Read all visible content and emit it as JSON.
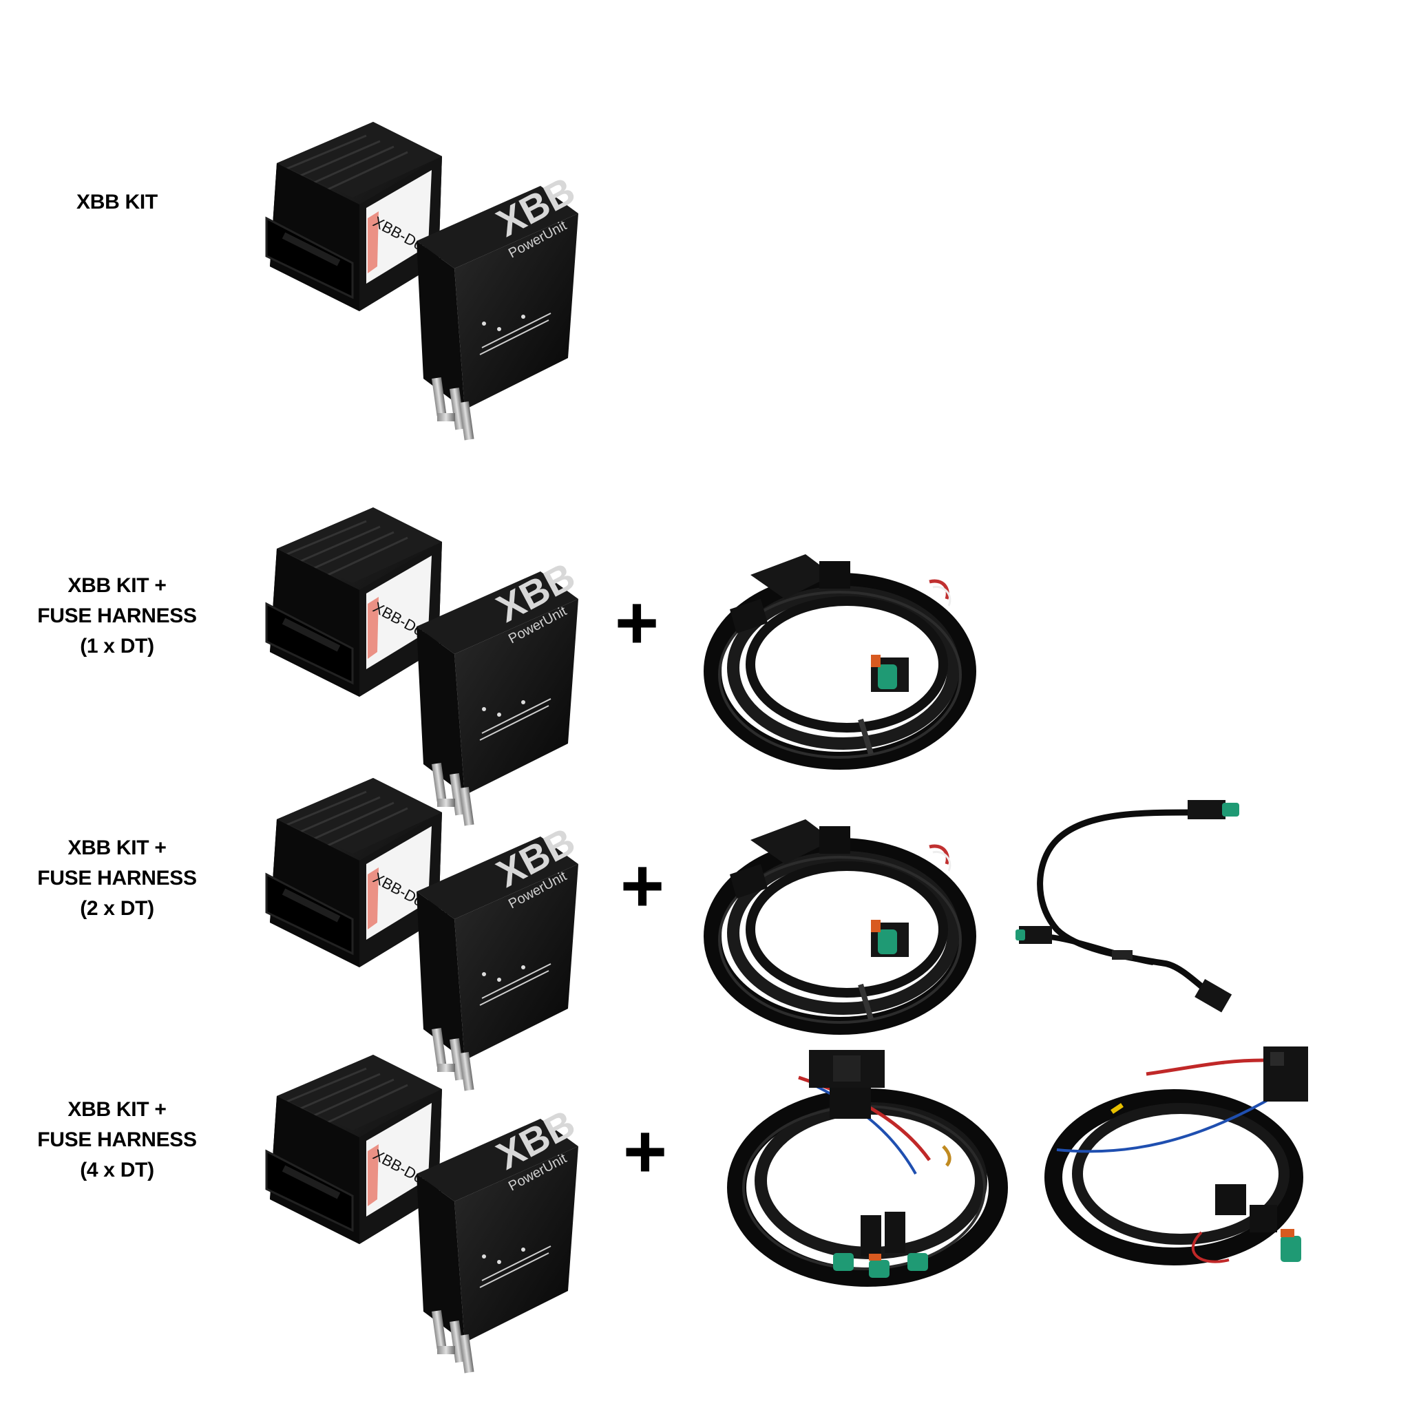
{
  "rows": [
    {
      "label_lines": [
        "XBB KIT"
      ],
      "plus": ""
    },
    {
      "label_lines": [
        "XBB KIT +",
        "FUSE HARNESS",
        "(1 x DT)"
      ],
      "plus": "+"
    },
    {
      "label_lines": [
        "XBB KIT +",
        "FUSE HARNESS",
        "(2 x DT)"
      ],
      "plus": "+"
    },
    {
      "label_lines": [
        "XBB KIT +",
        "FUSE HARNESS",
        "(4 x DT)"
      ],
      "plus": "+"
    }
  ],
  "products": {
    "dongle_label": "XBB-Dongle",
    "powerunit_brand": "XBB",
    "powerunit_name": "PowerUnit"
  }
}
